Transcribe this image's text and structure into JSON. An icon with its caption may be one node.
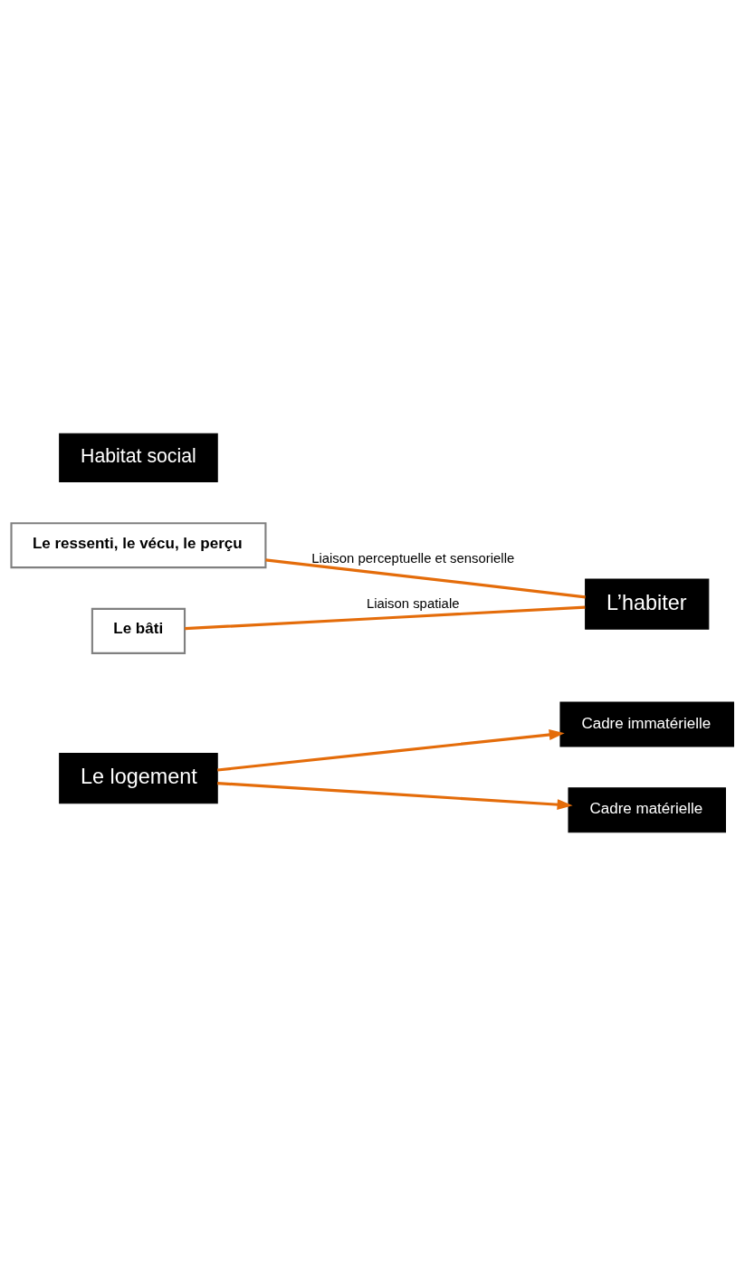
{
  "diagram": {
    "nodes": [
      {
        "text": [
          "Le logement"
        ]
      },
      {
        "text": [
          "Cadre immatérielle"
        ]
      },
      {
        "text": [
          "Le ressenti, le vécu, le perçu"
        ]
      },
      {
        "text": [
          "Habitat social"
        ]
      },
      {
        "text": [
          "L’habiter"
        ]
      },
      {
        "text": [
          "Cadre matérielle"
        ]
      },
      {
        "text": [
          "Le bâti"
        ]
      }
    ],
    "edges": [
      {
        "from": 0,
        "to": 1,
        "arrow": "to"
      },
      {
        "from": 0,
        "to": 5,
        "arrow": "to"
      },
      {
        "from": 2,
        "to": 4,
        "arrow": "none",
        "label": "Liaison perceptuelle et sensorielle"
      },
      {
        "from": 6,
        "to": 4,
        "arrow": "none",
        "label": "Liaison spatiale"
      }
    ]
  }
}
